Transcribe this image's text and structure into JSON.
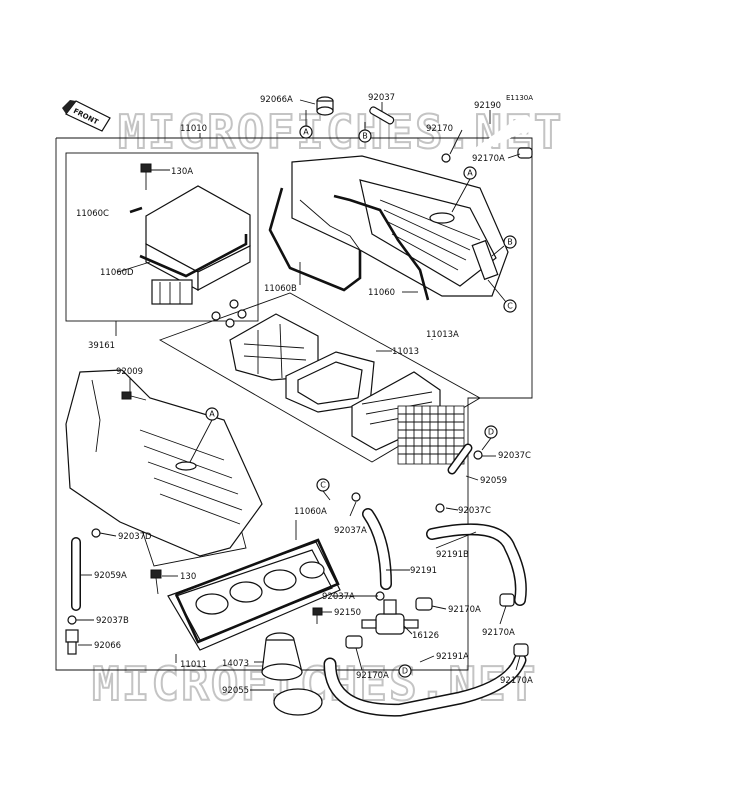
{
  "diagram_code": "E1130A",
  "front_arrow_label": "FRONT",
  "watermark_text": "MICROFICHES.NET",
  "parts": {
    "p92066A": "92066A",
    "p92037_top": "92037",
    "p92190": "92190",
    "p11010": "11010",
    "p92170": "92170",
    "p92170A_top": "92170A",
    "p130A": "130A",
    "p11060C": "11060C",
    "p11060D": "11060D",
    "p11060B": "11060B",
    "p11060": "11060",
    "p39161": "39161",
    "p11013A": "11013A",
    "p11013": "11013",
    "p92009": "92009",
    "p92037C_1": "92037C",
    "p92059": "92059",
    "p92037C_2": "92037C",
    "p11060A": "11060A",
    "p92037A_1": "92037A",
    "p92037D": "92037D",
    "p92191B": "92191B",
    "p92191": "92191",
    "p92059A": "92059A",
    "p130": "130",
    "p92037A_2": "92037A",
    "p92150": "92150",
    "p92170A_mid": "92170A",
    "p92037B": "92037B",
    "p16126": "16126",
    "p92170A_right": "92170A",
    "p92066": "92066",
    "p11011": "11011",
    "p14073": "14073",
    "p92191A": "92191A",
    "p92170A_bot": "92170A",
    "p92055": "92055",
    "p92170A_br": "92170A"
  },
  "refs": {
    "A": "A",
    "B": "B",
    "C": "C",
    "D": "D"
  }
}
